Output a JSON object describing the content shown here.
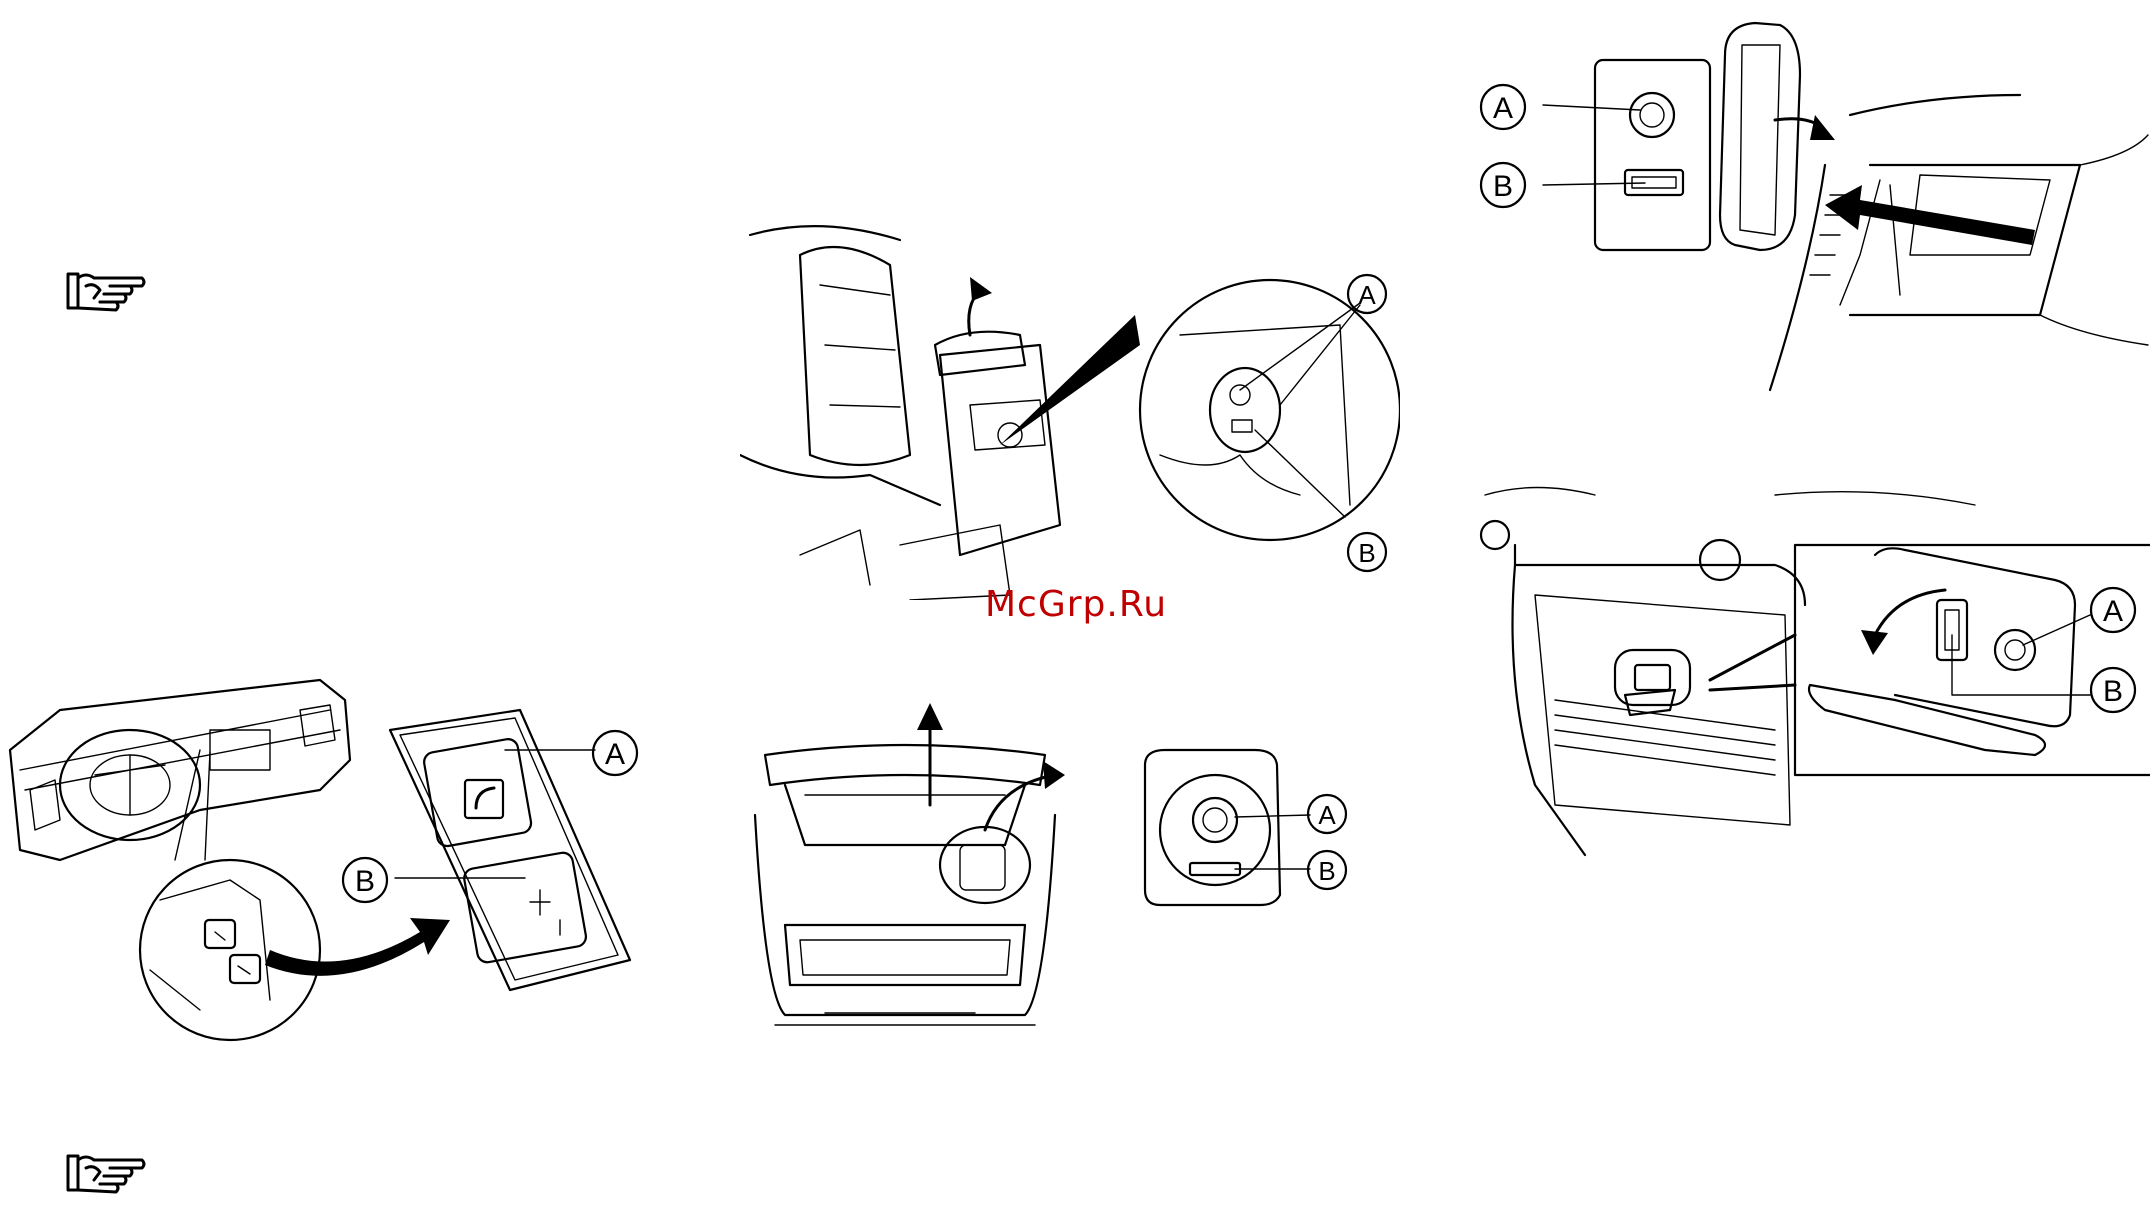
{
  "watermark": "McGrp.Ru",
  "icons": [
    "pointing-hand-icon",
    "pointing-hand-icon"
  ],
  "labels": {
    "a": "A",
    "b": "B"
  }
}
